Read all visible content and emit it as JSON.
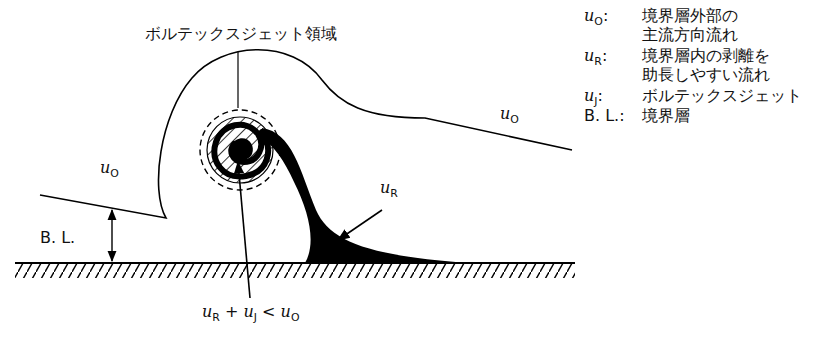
{
  "diagram": {
    "labels": [
      "ボルテックスジェット領域",
      "uO",
      "uO",
      "uR",
      "B. L.",
      "uR + uJ < uO",
      "uO:",
      "境界層外部の 主流方向流れ",
      "uR:",
      "境界層内の剥離を 助長しやすい流れ",
      "uJ:",
      "ボルテックスジェット",
      "B. L.:",
      "境界層"
    ]
  }
}
